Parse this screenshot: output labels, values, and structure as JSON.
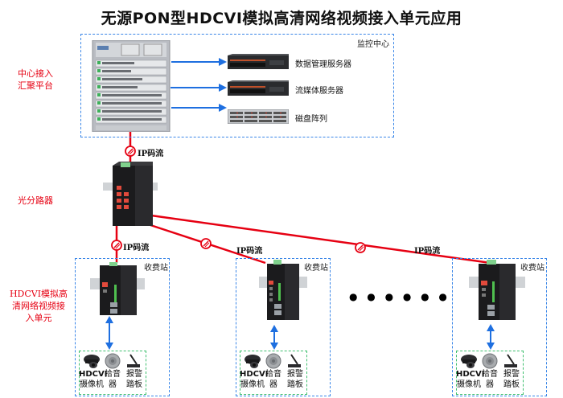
{
  "title": "无源PON型HDCVI模拟高清网络视频接入单元应用",
  "side_labels": {
    "center": [
      "中心接入",
      "汇聚平台"
    ],
    "splitter": "光分路器",
    "unit": [
      "HDCVI模拟高",
      "清网络视频接",
      "入单元"
    ]
  },
  "monitor_center": {
    "tag": "监控中心",
    "core_switch_icon": "chassis-switch-icon",
    "servers": [
      {
        "label": "数据管理服务器",
        "icon": "rack-server-icon"
      },
      {
        "label": "流媒体服务器",
        "icon": "rack-server-icon"
      },
      {
        "label": "磁盘阵列",
        "icon": "disk-array-icon"
      }
    ]
  },
  "links": {
    "ip_stream_label": "IP码流",
    "link_color": "#e60012",
    "arrow_color": "#1e6fe0"
  },
  "stations": [
    {
      "tag": "收费站",
      "devices": [
        {
          "label_lines": [
            "HDCVI",
            "摄像机"
          ],
          "icon": "dome-camera-icon"
        },
        {
          "label_lines": [
            "拾音",
            "器"
          ],
          "icon": "microphone-pickup-icon"
        },
        {
          "label_lines": [
            "报警",
            "踏板"
          ],
          "icon": "alarm-pedal-icon"
        }
      ]
    },
    {
      "tag": "收费站",
      "devices": [
        {
          "label_lines": [
            "HDCVI",
            "摄像机"
          ],
          "icon": "dome-camera-icon"
        },
        {
          "label_lines": [
            "拾音",
            "器"
          ],
          "icon": "microphone-pickup-icon"
        },
        {
          "label_lines": [
            "报警",
            "踏板"
          ],
          "icon": "alarm-pedal-icon"
        }
      ]
    },
    {
      "tag": "收费站",
      "devices": [
        {
          "label_lines": [
            "HDCVI",
            "摄像机"
          ],
          "icon": "dome-camera-icon"
        },
        {
          "label_lines": [
            "拾音",
            "器"
          ],
          "icon": "microphone-pickup-icon"
        },
        {
          "label_lines": [
            "报警",
            "踏板"
          ],
          "icon": "alarm-pedal-icon"
        }
      ]
    }
  ],
  "ellipsis": "● ● ● ● ● ●",
  "colors": {
    "label_red": "#e60012",
    "box_blue": "#3a86e8",
    "box_green": "#3fbf6f"
  }
}
